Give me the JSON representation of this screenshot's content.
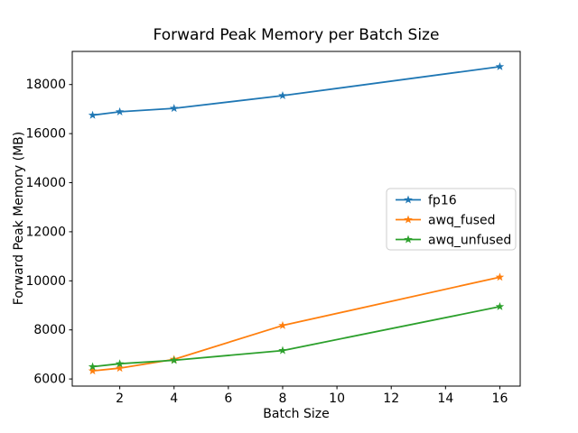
{
  "chart_data": {
    "type": "line",
    "title": "Forward Peak Memory per Batch Size",
    "xlabel": "Batch Size",
    "ylabel": "Forward Peak Memory (MB)",
    "x": [
      1,
      2,
      4,
      8,
      16
    ],
    "series": [
      {
        "name": "fp16",
        "color": "#1f77b4",
        "values": [
          16750,
          16890,
          17030,
          17550,
          18730
        ]
      },
      {
        "name": "awq_fused",
        "color": "#ff7f0e",
        "values": [
          6330,
          6440,
          6800,
          8180,
          10150
        ]
      },
      {
        "name": "awq_unfused",
        "color": "#2ca02c",
        "values": [
          6500,
          6620,
          6760,
          7160,
          8950
        ]
      }
    ],
    "xticks": [
      2,
      4,
      6,
      8,
      10,
      12,
      14,
      16
    ],
    "yticks": [
      6000,
      8000,
      10000,
      12000,
      14000,
      16000,
      18000
    ],
    "xlim": [
      0.25,
      16.75
    ],
    "ylim": [
      5710,
      19350
    ],
    "marker": "star",
    "line_width": 1.8,
    "grid": false,
    "legend_position": "center-right",
    "axis_color": "#000000",
    "legend_border_color": "#cccccc",
    "background_color": "#ffffff"
  }
}
